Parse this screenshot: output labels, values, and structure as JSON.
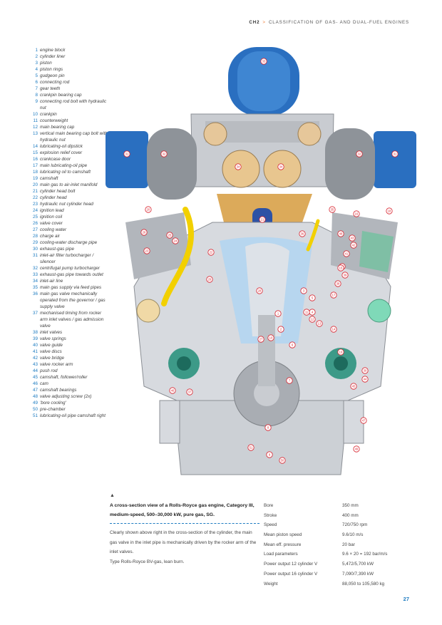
{
  "header": {
    "chapter": "CH2",
    "separator": ">",
    "title": "CLASSIFICATION OF GAS- AND DUAL-FUEL ENGINES"
  },
  "legend": [
    {
      "n": "1",
      "text": "engine block"
    },
    {
      "n": "2",
      "text": "cylinder liner"
    },
    {
      "n": "3",
      "text": "piston"
    },
    {
      "n": "4",
      "text": "piston rings"
    },
    {
      "n": "5",
      "text": "gudgeon pin"
    },
    {
      "n": "6",
      "text": "connecting rod"
    },
    {
      "n": "7",
      "text": "gear teeth"
    },
    {
      "n": "8",
      "text": "crankpin bearing cap"
    },
    {
      "n": "9",
      "text": "connecting rod bolt with hydraulic nut"
    },
    {
      "n": "10",
      "text": "crankpin"
    },
    {
      "n": "11",
      "text": "counterweight"
    },
    {
      "n": "12",
      "text": "main bearing cap"
    },
    {
      "n": "13",
      "text": "vertical main bearing cap bolt with hydraulic nut"
    },
    {
      "n": "14",
      "text": "lubricating-oil dipstick"
    },
    {
      "n": "15",
      "text": "explosion relief cover"
    },
    {
      "n": "16",
      "text": "crankcase door"
    },
    {
      "n": "17",
      "text": "main lubricating-oil pipe"
    },
    {
      "n": "18",
      "text": "lubricating oil to camshaft"
    },
    {
      "n": "19",
      "text": "camshaft"
    },
    {
      "n": "20",
      "text": "main gas to air-inlet manifold"
    },
    {
      "n": "21",
      "text": "cylinder head bolt"
    },
    {
      "n": "22",
      "text": "cylinder head"
    },
    {
      "n": "23",
      "text": "hydraulic nut cylinder head"
    },
    {
      "n": "24",
      "text": "ignition lead"
    },
    {
      "n": "25",
      "text": "ignition coil"
    },
    {
      "n": "26",
      "text": "valve cover"
    },
    {
      "n": "27",
      "text": "cooling water"
    },
    {
      "n": "28",
      "text": "charge air"
    },
    {
      "n": "29",
      "text": "cooling-water discharge pipe"
    },
    {
      "n": "30",
      "text": "exhaust-gas pipe"
    },
    {
      "n": "31",
      "text": "inlet-air filter turbocharger / silencer"
    },
    {
      "n": "32",
      "text": "centrifugal pump turbocharger"
    },
    {
      "n": "33",
      "text": "exhaust-gas pipe towards outlet"
    },
    {
      "n": "34",
      "text": "inlet-air line"
    },
    {
      "n": "35",
      "text": "main gas supply via feed pipes"
    },
    {
      "n": "36",
      "text": "main gas valve mechanically operated from the governor / gas supply valve"
    },
    {
      "n": "37",
      "text": "mechanised timing from rocker arm inlet valves / gas admission valve"
    },
    {
      "n": "38",
      "text": "inlet valves"
    },
    {
      "n": "39",
      "text": "valve springs"
    },
    {
      "n": "40",
      "text": "valve guide"
    },
    {
      "n": "41",
      "text": "valve discs"
    },
    {
      "n": "42",
      "text": "valve bridge"
    },
    {
      "n": "43",
      "text": "valve rocker arm"
    },
    {
      "n": "44",
      "text": "push rod"
    },
    {
      "n": "45",
      "text": "camshaft, follower/roller"
    },
    {
      "n": "46",
      "text": "cam"
    },
    {
      "n": "47",
      "text": "camshaft bearings"
    },
    {
      "n": "48",
      "text": "valve adjusting screw (2x)"
    },
    {
      "n": "49",
      "text": "'bore cooling'"
    },
    {
      "n": "50",
      "text": "pre-chamber"
    },
    {
      "n": "51",
      "text": "lubricating-oil pipe camshaft right"
    }
  ],
  "caption": {
    "marker": "▲",
    "title": "A cross-section view of a Rolls-Royce gas engine, Category III, medium-speed, 500–30,000 kW, pure gas, SG.",
    "text": "Clearly shown above right in the cross-section of the cylinder, the main gas valve in the inlet pipe is mechanically driven by the rocker arm of the inlet valves.",
    "type": "Type Rolls-Royce BV-gas, lean burn."
  },
  "specs": [
    {
      "label": "Bore",
      "value": "350 mm"
    },
    {
      "label": "Stroke",
      "value": "400 mm"
    },
    {
      "label": "Speed",
      "value": "720/750 rpm"
    },
    {
      "label": "Mean piston speed",
      "value": "9.6/10 m/s"
    },
    {
      "label": "Mean eff. pressure",
      "value": "20 bar"
    },
    {
      "label": "Load parameters",
      "value": "9.6 × 20 = 192 bar/m/s"
    },
    {
      "label": "Power output 12 cylinder V",
      "value": "5,472/5,700 kW"
    },
    {
      "label": "Power output 16 cylinder V",
      "value": "7,090/7,390 kW"
    },
    {
      "label": "Weight",
      "value": "88,050 to 105,580 kg"
    }
  ],
  "figure": {
    "callouts": [
      "33",
      "31",
      "32",
      "32",
      "31",
      "34",
      "34",
      "26",
      "23",
      "24",
      "25",
      "36",
      "20",
      "22",
      "28",
      "29",
      "18",
      "37",
      "16",
      "48",
      "43",
      "42",
      "41",
      "40",
      "39",
      "38",
      "21",
      "35",
      "27",
      "1",
      "2",
      "3",
      "4",
      "5",
      "6",
      "7",
      "8",
      "9",
      "10",
      "11",
      "12",
      "13",
      "14",
      "15",
      "17",
      "19",
      "30",
      "44",
      "45",
      "46",
      "47",
      "49",
      "50",
      "51"
    ]
  },
  "page_number": "27"
}
